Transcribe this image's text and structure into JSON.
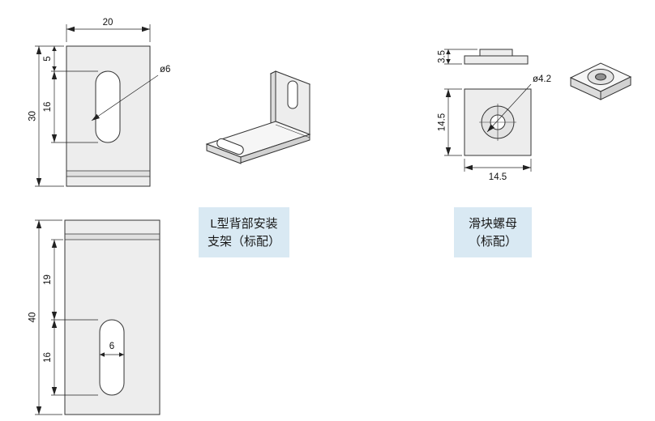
{
  "colors": {
    "label_box_bg": "#d9e9f3",
    "plate_fill": "#ededed",
    "bend_fill": "#e0e0e0",
    "slot_fill": "#ffffff",
    "face_top": "#f6f6f6",
    "face_left": "#dcdcdc",
    "face_right": "#d2d2d2",
    "boss_fill": "#e3e3e3",
    "hole_dark": "#909090"
  },
  "views": {
    "flat_plate_top": {
      "dim_width": "20",
      "dim_height": "30",
      "dim_top_to_slot": "5",
      "dim_slot_length": "16",
      "slot_diameter": "ø6"
    },
    "flat_plate_bottom": {
      "dim_height": "40",
      "dim_upper": "19",
      "dim_slot_length": "16",
      "dim_slot_width": "6"
    },
    "nut_side": {
      "dim_thickness": "3.5"
    },
    "nut_front": {
      "dim_height": "14.5",
      "dim_width": "14.5",
      "hole_diameter": "ø4.2"
    }
  },
  "labels": {
    "bracket": {
      "line1": "L型背部安装",
      "line2": "支架（标配）"
    },
    "nut": {
      "line1": "滑块螺母",
      "line2": "（标配）"
    }
  }
}
